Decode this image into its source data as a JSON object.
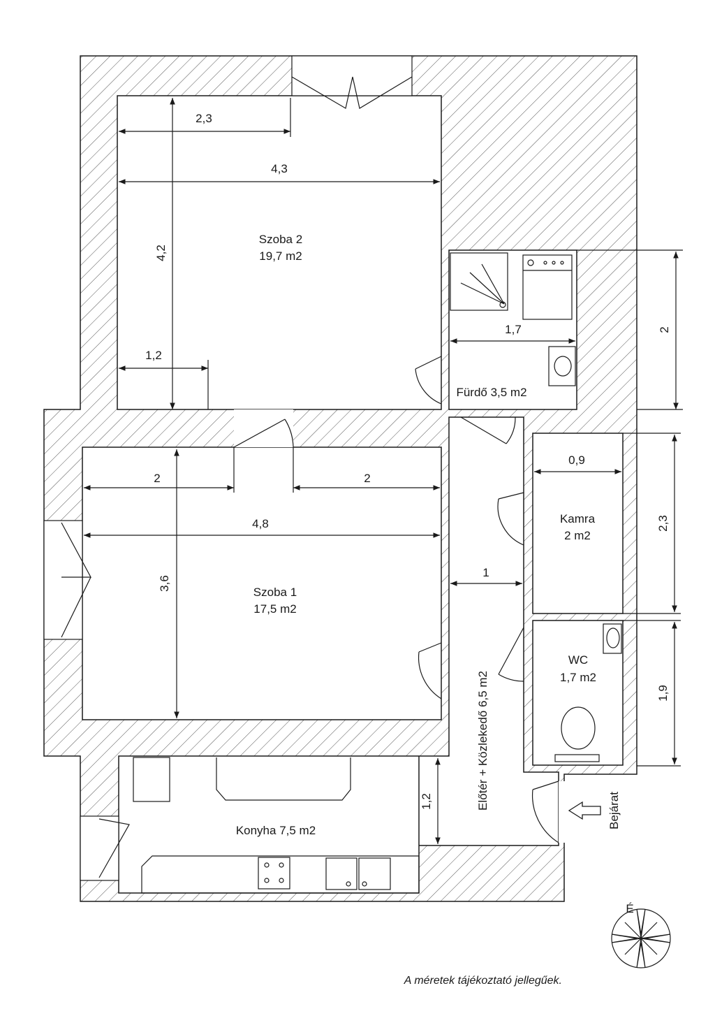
{
  "rooms": {
    "szoba2": {
      "name": "Szoba 2",
      "area": "19,7 m2"
    },
    "szoba1": {
      "name": "Szoba 1",
      "area": "17,5 m2"
    },
    "furdo": {
      "label": "Fürdő 3,5 m2"
    },
    "kamra": {
      "name": "Kamra",
      "area": "2 m2"
    },
    "wc": {
      "name": "WC",
      "area": "1,7 m2"
    },
    "konyha": {
      "label": "Konyha 7,5 m2"
    },
    "eloter": {
      "label": "Előtér + Közlekedő 6,5 m2"
    }
  },
  "dimensions": {
    "szoba2_top_partial": "2,3",
    "szoba2_width": "4,3",
    "szoba2_depth": "4,2",
    "szoba2_wall_offset": "1,2",
    "furdo_width": "1,7",
    "furdo_depth": "2",
    "szoba1_left_seg": "2",
    "szoba1_right_seg": "2",
    "szoba1_width": "4,8",
    "szoba1_depth": "3,6",
    "kamra_width": "0,9",
    "kamra_depth": "2,3",
    "corridor_width": "1",
    "wc_depth": "1,9",
    "kitchen_depth": "1,2"
  },
  "entrance": {
    "label": "Bejárat"
  },
  "compass": {
    "north_label": "É"
  },
  "footnote": "A méretek tájékoztató jellegűek.",
  "colors": {
    "line": "#1a1a1a",
    "hatch": "#555555",
    "background": "#ffffff"
  }
}
